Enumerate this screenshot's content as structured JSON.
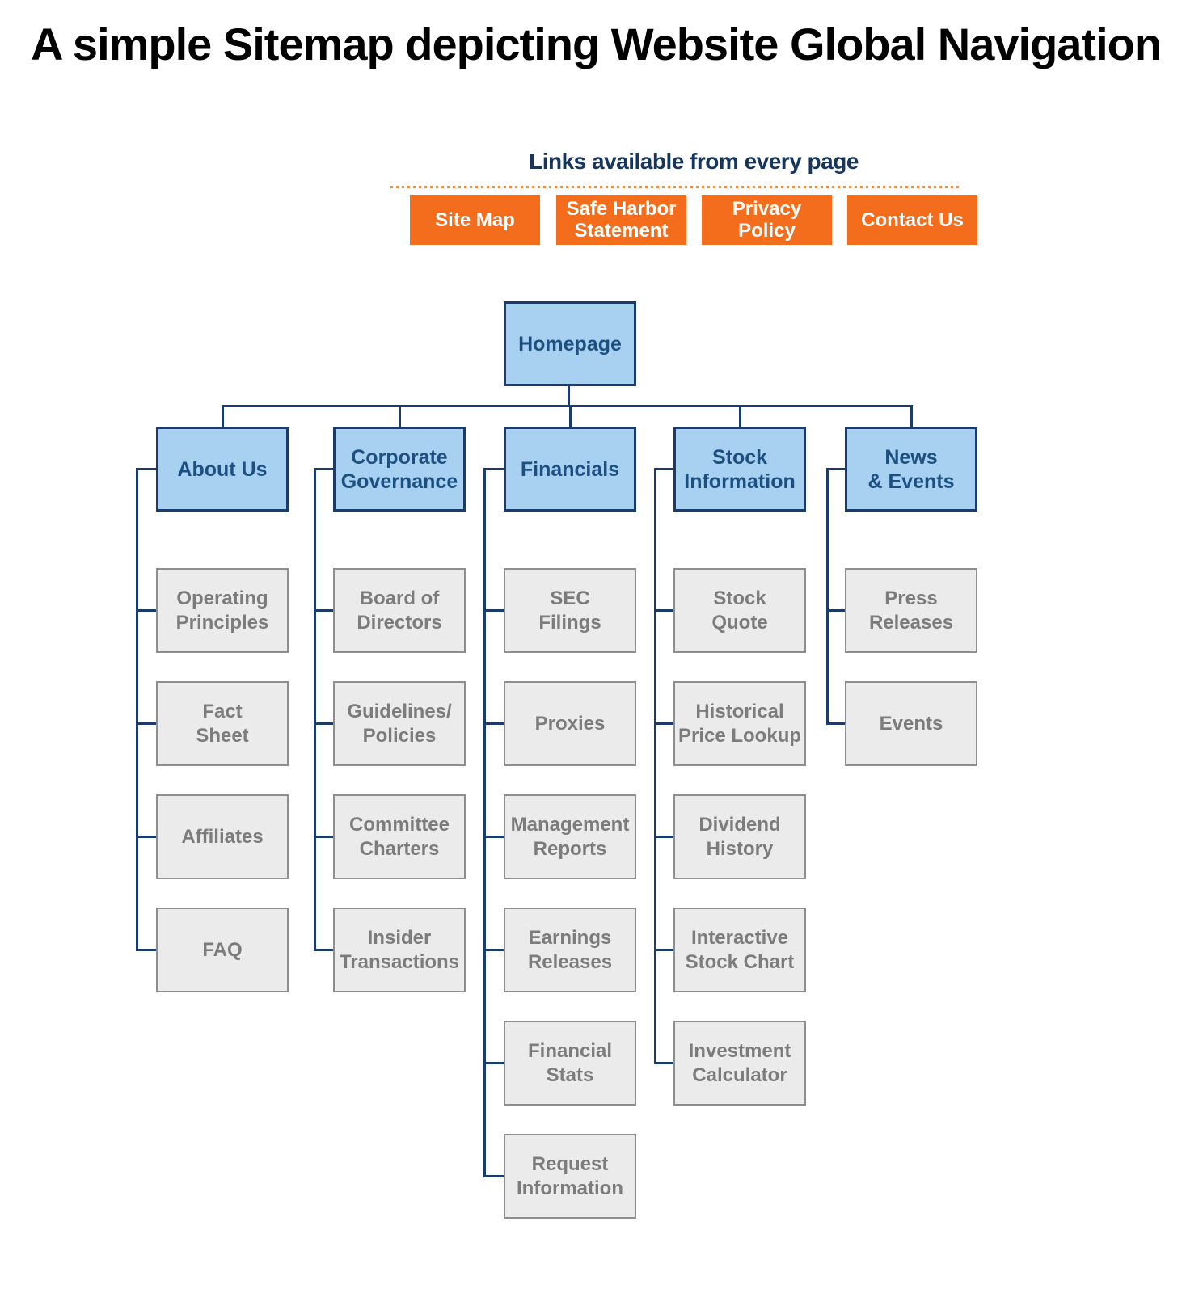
{
  "title": "A simple Sitemap depicting Website Global Navigation",
  "global_links": {
    "heading": "Links available from every page",
    "buttons": [
      {
        "label": "Site Map"
      },
      {
        "label": "Safe Harbor\nStatement"
      },
      {
        "label": "Privacy\nPolicy"
      },
      {
        "label": "Contact Us"
      }
    ]
  },
  "tree": {
    "root": {
      "label": "Homepage"
    },
    "columns": [
      {
        "label": "About Us",
        "children": [
          "Operating\nPrinciples",
          "Fact\nSheet",
          "Affiliates",
          "FAQ"
        ]
      },
      {
        "label": "Corporate\nGovernance",
        "children": [
          "Board of\nDirectors",
          "Guidelines/\nPolicies",
          "Committee\nCharters",
          "Insider\nTransactions"
        ]
      },
      {
        "label": "Financials",
        "children": [
          "SEC\nFilings",
          "Proxies",
          "Management\nReports",
          "Earnings\nReleases",
          "Financial\nStats",
          "Request\nInformation"
        ]
      },
      {
        "label": "Stock\nInformation",
        "children": [
          "Stock\nQuote",
          "Historical\nPrice Lookup",
          "Dividend\nHistory",
          "Interactive\nStock Chart",
          "Investment\nCalculator"
        ]
      },
      {
        "label": "News\n& Events",
        "children": [
          "Press\nReleases",
          "Events"
        ]
      }
    ]
  },
  "colors": {
    "accent_orange": "#F36D1D",
    "dotted_line_orange": "#EF8B44",
    "node_blue_fill": "#A8D1F1",
    "node_blue_border": "#1B3C6B",
    "node_blue_text": "#1D5080",
    "node_gray_fill": "#EBEBEB",
    "node_gray_border": "#8E8E8E",
    "node_gray_text": "#7C7C7C",
    "heading_navy": "#17365D",
    "connector_navy": "#1B3C6B",
    "title_black": "#000000"
  }
}
